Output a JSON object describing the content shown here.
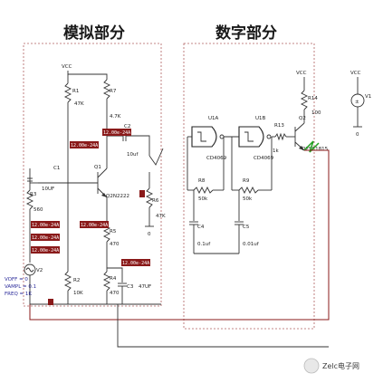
{
  "sections": {
    "analog_title": "模拟部分",
    "digital_title": "数字部分"
  },
  "analog": {
    "vcc": "VCC",
    "r1": "R1",
    "r1_val": "47K",
    "r7": "R7",
    "r7_val": "4.7K",
    "c1": "C1",
    "c1_val": "10UF",
    "c2": "C2",
    "c2_val": "10uf",
    "r3": "R3",
    "r3_val": "560",
    "q1": "Q1",
    "q1_part": "Q2N2222",
    "r5": "R5",
    "r5_val": "470",
    "r2": "R2",
    "r2_val": "10K",
    "r4": "R4",
    "r4_val": "470",
    "c3": "C3",
    "c3_val": "47UF",
    "r6": "R6",
    "r6_val": "47K",
    "v2": "V2",
    "vsrc_params": [
      "VOFF = 0",
      "VAMPL = 0.1",
      "FREQ = 1K"
    ],
    "zero": "0"
  },
  "probes": [
    "12.00e-24A",
    "12.00e-24A",
    "12.00e-24A",
    "12.00e-24A",
    "12.00e-24A",
    "12.00e-24A",
    "12.00e-24A"
  ],
  "digital": {
    "u1a": "U1A",
    "u1a_part": "CD4069",
    "u1b": "U1B",
    "u1b_part": "CD4069",
    "r8": "R8",
    "r8_val": "50k",
    "r9": "R9",
    "r9_val": "50k",
    "c4": "C4",
    "c4_val": "0.1uf",
    "c5": "C5",
    "c5_val": "0.01uf",
    "r13": "R13",
    "r13_val": "1k",
    "q2": "Q2",
    "q2_part": "Q2SC1815",
    "r14": "R14",
    "r14_val": "100",
    "vcc": "VCC"
  },
  "supply": {
    "vcc": "VCC",
    "v1": "V1",
    "zero": "0"
  },
  "watermark": {
    "text": "Zelc电子网"
  }
}
